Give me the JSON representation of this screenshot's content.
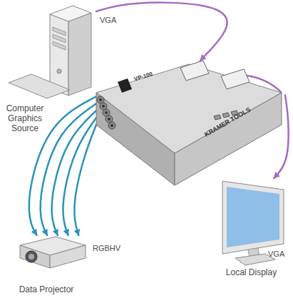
{
  "diagram": {
    "nodes": [
      {
        "text": [
          "Computer Graphics Source"
        ]
      },
      {
        "text": [
          "VP-100",
          "KRAMER TOOLS"
        ]
      },
      {
        "text": [
          "Local Display"
        ]
      },
      {
        "text": [
          "Data Projector"
        ]
      }
    ],
    "edges": [
      {
        "from": 0,
        "to": 1,
        "label": "VGA",
        "arrow": "to"
      },
      {
        "from": 1,
        "to": 2,
        "label": "VGA",
        "arrow": "to"
      },
      {
        "from": 1,
        "to": 3,
        "label": "RGBHV",
        "arrow": "to"
      }
    ]
  }
}
